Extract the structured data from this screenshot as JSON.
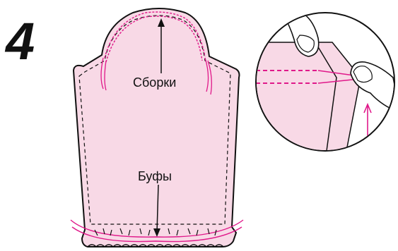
{
  "step_number": "4",
  "labels": {
    "gathers": "Сборки",
    "puffs": "Буфы"
  },
  "colors": {
    "fabric": "#f8d9e6",
    "stitch": "#e0198a",
    "outline": "#111111",
    "background": "#ffffff"
  }
}
